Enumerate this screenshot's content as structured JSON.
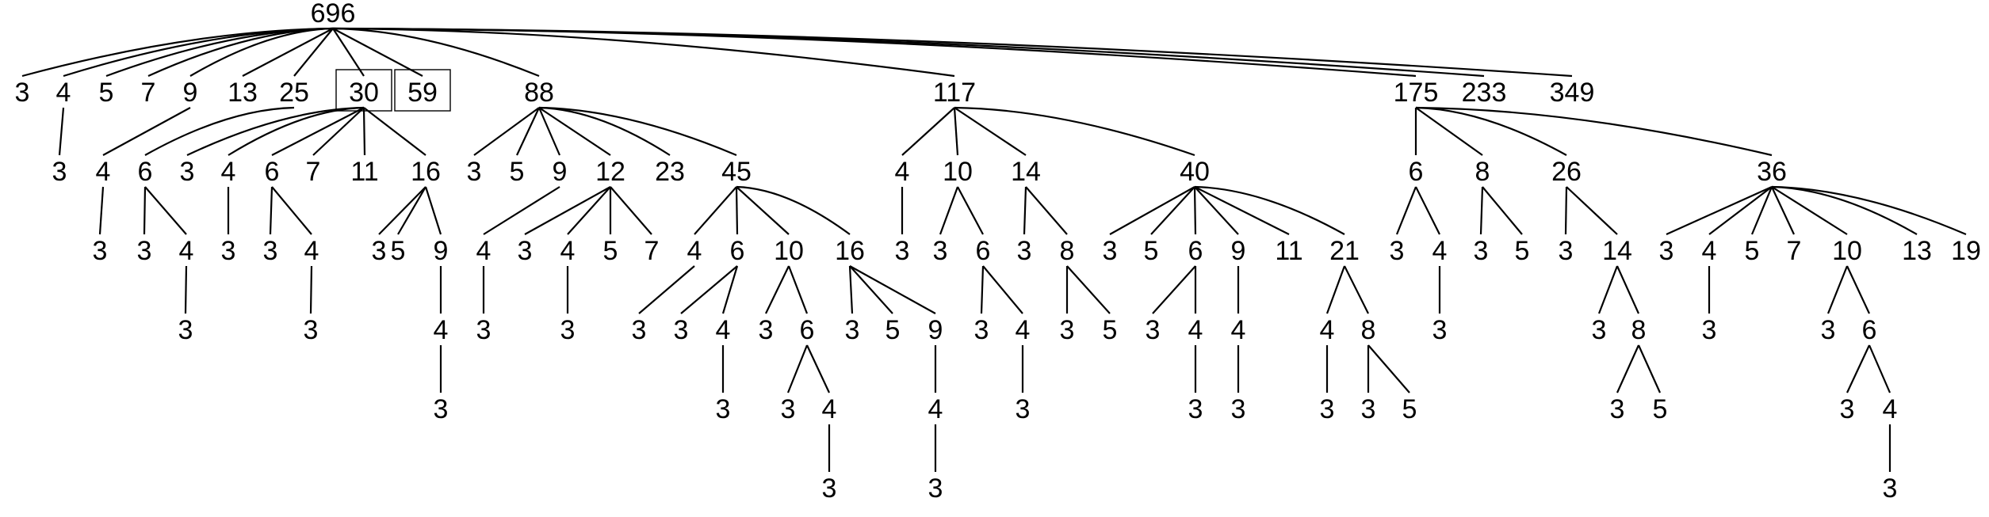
{
  "tree": {
    "root": {
      "id": "n696",
      "label": "696",
      "children": [
        {
          "id": "n696-3",
          "label": "3"
        },
        {
          "id": "n696-4",
          "label": "4",
          "children": [
            {
              "id": "n696-4-3",
              "label": "3"
            }
          ]
        },
        {
          "id": "n696-5",
          "label": "5"
        },
        {
          "id": "n696-7",
          "label": "7"
        },
        {
          "id": "n696-9",
          "label": "9",
          "children": [
            {
              "id": "n696-9-4",
              "label": "4",
              "children": [
                {
                  "id": "n696-9-4-3",
                  "label": "3"
                }
              ]
            }
          ]
        },
        {
          "id": "n696-13",
          "label": "13"
        },
        {
          "id": "n696-25",
          "label": "25",
          "children": [
            {
              "id": "n696-25-6",
              "label": "6",
              "children": [
                {
                  "id": "n696-25-6-3",
                  "label": "3"
                },
                {
                  "id": "n696-25-6-4",
                  "label": "4",
                  "children": [
                    {
                      "id": "n696-25-6-4-3",
                      "label": "3"
                    }
                  ]
                }
              ]
            }
          ]
        },
        {
          "id": "n696-30",
          "label": "30",
          "boxed": true,
          "children": [
            {
              "id": "n696-30-3",
              "label": "3"
            },
            {
              "id": "n696-30-4",
              "label": "4",
              "children": [
                {
                  "id": "n696-30-4-3",
                  "label": "3"
                }
              ]
            },
            {
              "id": "n696-30-6",
              "label": "6",
              "children": [
                {
                  "id": "n696-30-6-3",
                  "label": "3"
                },
                {
                  "id": "n696-30-6-4",
                  "label": "4",
                  "children": [
                    {
                      "id": "n696-30-6-4-3",
                      "label": "3"
                    }
                  ]
                }
              ]
            },
            {
              "id": "n696-30-7",
              "label": "7"
            },
            {
              "id": "n696-30-11",
              "label": "11"
            },
            {
              "id": "n696-30-16",
              "label": "16",
              "children": [
                {
                  "id": "n696-30-16-3",
                  "label": "3"
                },
                {
                  "id": "n696-30-16-5",
                  "label": "5"
                },
                {
                  "id": "n696-30-16-9",
                  "label": "9",
                  "children": [
                    {
                      "id": "n696-30-16-9-4",
                      "label": "4",
                      "children": [
                        {
                          "id": "n696-30-16-9-4-3",
                          "label": "3"
                        }
                      ]
                    }
                  ]
                }
              ]
            }
          ]
        },
        {
          "id": "n696-59",
          "label": "59",
          "boxed": true
        },
        {
          "id": "n696-88",
          "label": "88",
          "children": [
            {
              "id": "n696-88-3",
              "label": "3"
            },
            {
              "id": "n696-88-5",
              "label": "5"
            },
            {
              "id": "n696-88-9",
              "label": "9",
              "children": [
                {
                  "id": "n696-88-9-4",
                  "label": "4",
                  "children": [
                    {
                      "id": "n696-88-9-4-3",
                      "label": "3"
                    }
                  ]
                }
              ]
            },
            {
              "id": "n696-88-12",
              "label": "12",
              "children": [
                {
                  "id": "n696-88-12-3",
                  "label": "3"
                },
                {
                  "id": "n696-88-12-4",
                  "label": "4",
                  "children": [
                    {
                      "id": "n696-88-12-4-3",
                      "label": "3"
                    }
                  ]
                },
                {
                  "id": "n696-88-12-5",
                  "label": "5"
                },
                {
                  "id": "n696-88-12-7",
                  "label": "7"
                }
              ]
            },
            {
              "id": "n696-88-23",
              "label": "23"
            },
            {
              "id": "n696-88-45",
              "label": "45",
              "children": [
                {
                  "id": "n696-88-45-4",
                  "label": "4",
                  "children": [
                    {
                      "id": "n696-88-45-4-3",
                      "label": "3"
                    }
                  ]
                },
                {
                  "id": "n696-88-45-6",
                  "label": "6",
                  "children": [
                    {
                      "id": "n696-88-45-6-3",
                      "label": "3"
                    },
                    {
                      "id": "n696-88-45-6-4",
                      "label": "4",
                      "children": [
                        {
                          "id": "n696-88-45-6-4-3",
                          "label": "3"
                        }
                      ]
                    }
                  ]
                },
                {
                  "id": "n696-88-45-10",
                  "label": "10",
                  "children": [
                    {
                      "id": "n696-88-45-10-3",
                      "label": "3"
                    },
                    {
                      "id": "n696-88-45-10-6",
                      "label": "6",
                      "children": [
                        {
                          "id": "n696-88-45-10-6-3",
                          "label": "3"
                        },
                        {
                          "id": "n696-88-45-10-6-4",
                          "label": "4",
                          "children": [
                            {
                              "id": "n696-88-45-10-6-4-3",
                              "label": "3"
                            }
                          ]
                        }
                      ]
                    }
                  ]
                },
                {
                  "id": "n696-88-45-16",
                  "label": "16",
                  "children": [
                    {
                      "id": "n696-88-45-16-3",
                      "label": "3"
                    },
                    {
                      "id": "n696-88-45-16-5",
                      "label": "5"
                    },
                    {
                      "id": "n696-88-45-16-9",
                      "label": "9",
                      "children": [
                        {
                          "id": "n696-88-45-16-9-4",
                          "label": "4",
                          "children": [
                            {
                              "id": "n696-88-45-16-9-4-3",
                              "label": "3"
                            }
                          ]
                        }
                      ]
                    }
                  ]
                }
              ]
            }
          ]
        },
        {
          "id": "n696-117",
          "label": "117",
          "children": [
            {
              "id": "n696-117-4",
              "label": "4",
              "children": [
                {
                  "id": "n696-117-4-3",
                  "label": "3"
                }
              ]
            },
            {
              "id": "n696-117-10",
              "label": "10",
              "children": [
                {
                  "id": "n696-117-10-3",
                  "label": "3"
                },
                {
                  "id": "n696-117-10-6",
                  "label": "6",
                  "children": [
                    {
                      "id": "n696-117-10-6-3",
                      "label": "3"
                    },
                    {
                      "id": "n696-117-10-6-4",
                      "label": "4",
                      "children": [
                        {
                          "id": "n696-117-10-6-4-3",
                          "label": "3"
                        }
                      ]
                    }
                  ]
                }
              ]
            },
            {
              "id": "n696-117-14",
              "label": "14",
              "children": [
                {
                  "id": "n696-117-14-3",
                  "label": "3"
                },
                {
                  "id": "n696-117-14-8",
                  "label": "8",
                  "children": [
                    {
                      "id": "n696-117-14-8-3",
                      "label": "3"
                    },
                    {
                      "id": "n696-117-14-8-5",
                      "label": "5"
                    }
                  ]
                }
              ]
            },
            {
              "id": "n696-117-40",
              "label": "40",
              "children": [
                {
                  "id": "n696-117-40-3",
                  "label": "3"
                },
                {
                  "id": "n696-117-40-5",
                  "label": "5"
                },
                {
                  "id": "n696-117-40-6",
                  "label": "6",
                  "children": [
                    {
                      "id": "n696-117-40-6-3",
                      "label": "3"
                    },
                    {
                      "id": "n696-117-40-6-4",
                      "label": "4",
                      "children": [
                        {
                          "id": "n696-117-40-6-4-3",
                          "label": "3"
                        }
                      ]
                    }
                  ]
                },
                {
                  "id": "n696-117-40-9",
                  "label": "9",
                  "children": [
                    {
                      "id": "n696-117-40-9-4",
                      "label": "4",
                      "children": [
                        {
                          "id": "n696-117-40-9-4-3",
                          "label": "3"
                        }
                      ]
                    }
                  ]
                },
                {
                  "id": "n696-117-40-11",
                  "label": "11"
                },
                {
                  "id": "n696-117-40-21",
                  "label": "21",
                  "children": [
                    {
                      "id": "n696-117-40-21-4",
                      "label": "4",
                      "children": [
                        {
                          "id": "n696-117-40-21-4-3",
                          "label": "3"
                        }
                      ]
                    },
                    {
                      "id": "n696-117-40-21-8",
                      "label": "8",
                      "children": [
                        {
                          "id": "n696-117-40-21-8-3",
                          "label": "3"
                        },
                        {
                          "id": "n696-117-40-21-8-5",
                          "label": "5"
                        }
                      ]
                    }
                  ]
                }
              ]
            }
          ]
        },
        {
          "id": "n696-175",
          "label": "175",
          "children": [
            {
              "id": "n696-175-6",
              "label": "6",
              "children": [
                {
                  "id": "n696-175-6-3",
                  "label": "3"
                },
                {
                  "id": "n696-175-6-4",
                  "label": "4",
                  "children": [
                    {
                      "id": "n696-175-6-4-3",
                      "label": "3"
                    }
                  ]
                }
              ]
            },
            {
              "id": "n696-175-8",
              "label": "8",
              "children": [
                {
                  "id": "n696-175-8-3",
                  "label": "3"
                },
                {
                  "id": "n696-175-8-5",
                  "label": "5"
                }
              ]
            },
            {
              "id": "n696-175-26",
              "label": "26",
              "children": [
                {
                  "id": "n696-175-26-3",
                  "label": "3"
                },
                {
                  "id": "n696-175-26-14",
                  "label": "14",
                  "children": [
                    {
                      "id": "n696-175-26-14-3",
                      "label": "3"
                    },
                    {
                      "id": "n696-175-26-14-8",
                      "label": "8",
                      "children": [
                        {
                          "id": "n696-175-26-14-8-3",
                          "label": "3"
                        },
                        {
                          "id": "n696-175-26-14-8-5",
                          "label": "5"
                        }
                      ]
                    }
                  ]
                }
              ]
            },
            {
              "id": "n696-175-36",
              "label": "36",
              "children": [
                {
                  "id": "n696-175-36-3",
                  "label": "3"
                },
                {
                  "id": "n696-175-36-4",
                  "label": "4",
                  "children": [
                    {
                      "id": "n696-175-36-4-3",
                      "label": "3"
                    }
                  ]
                },
                {
                  "id": "n696-175-36-5",
                  "label": "5"
                },
                {
                  "id": "n696-175-36-7",
                  "label": "7"
                },
                {
                  "id": "n696-175-36-10",
                  "label": "10",
                  "children": [
                    {
                      "id": "n696-175-36-10-3",
                      "label": "3"
                    },
                    {
                      "id": "n696-175-36-10-6",
                      "label": "6",
                      "children": [
                        {
                          "id": "n696-175-36-10-6-3",
                          "label": "3"
                        },
                        {
                          "id": "n696-175-36-10-6-4",
                          "label": "4",
                          "children": [
                            {
                              "id": "n696-175-36-10-6-4-3",
                              "label": "3"
                            }
                          ]
                        }
                      ]
                    }
                  ]
                },
                {
                  "id": "n696-175-36-13",
                  "label": "13"
                },
                {
                  "id": "n696-175-36-19",
                  "label": "19"
                }
              ]
            }
          ]
        },
        {
          "id": "n696-233",
          "label": "233"
        },
        {
          "id": "n696-349",
          "label": "349"
        }
      ]
    }
  }
}
